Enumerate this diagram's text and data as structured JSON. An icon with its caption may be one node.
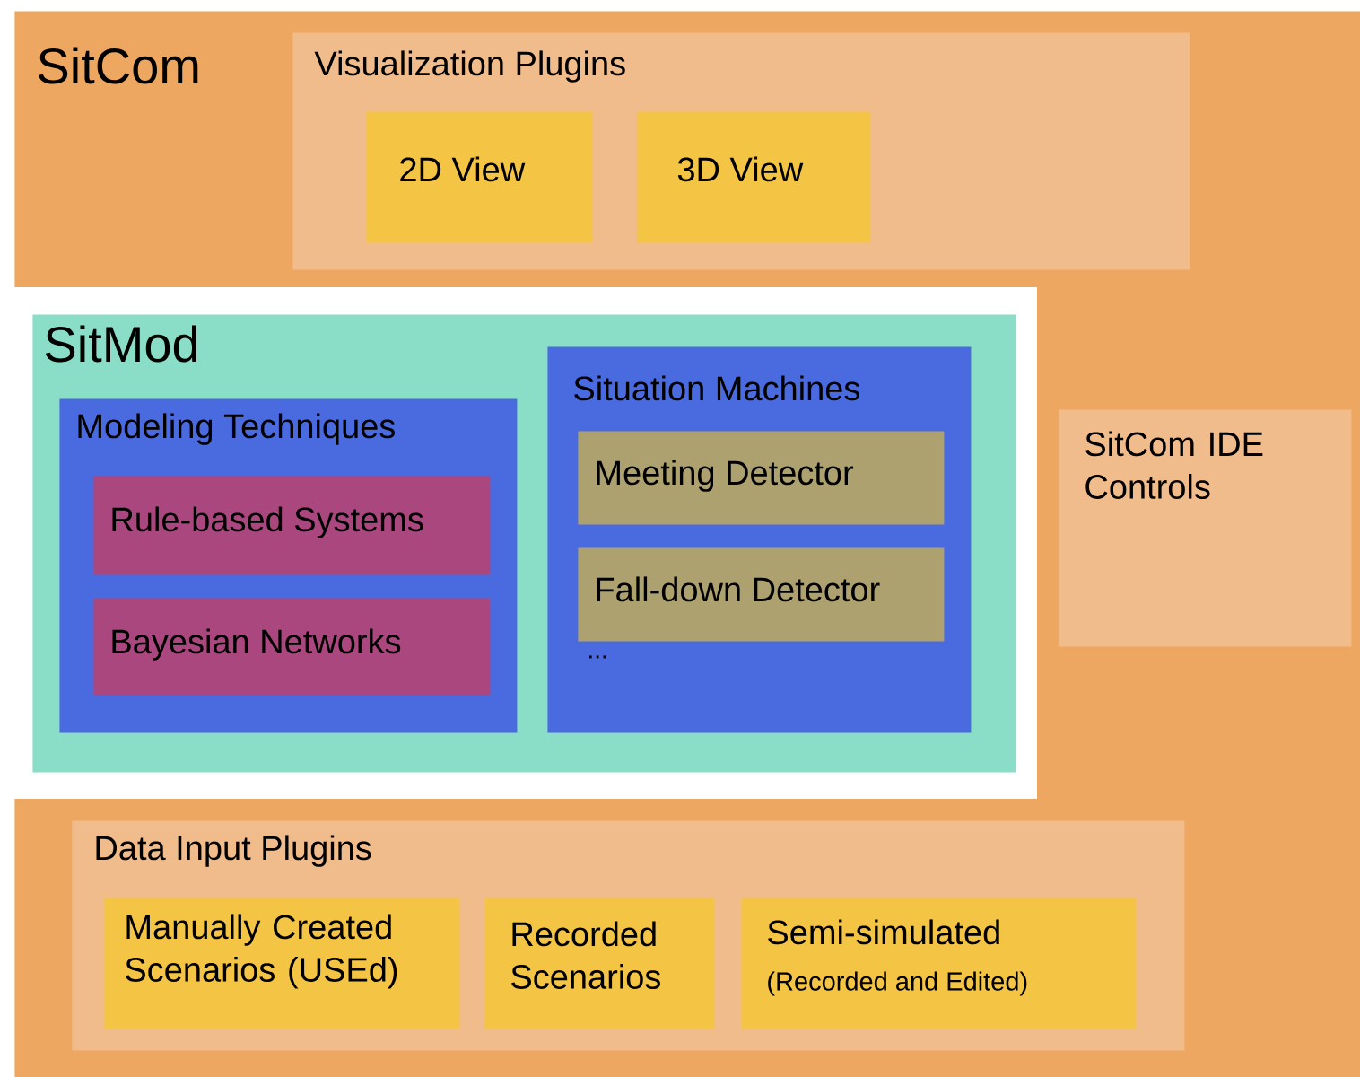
{
  "diagram": {
    "nodes": [
      {
        "text": [
          "SitCom"
        ]
      },
      {
        "text": [
          "Visualization Plugins"
        ],
        "in": 0
      },
      {
        "text": [
          "2D View"
        ],
        "in": 1
      },
      {
        "text": [
          "3D View"
        ],
        "in": 1
      },
      {
        "text": [
          "SitMod"
        ],
        "in": 0
      },
      {
        "text": [
          "Modeling Techniques"
        ],
        "in": 4
      },
      {
        "text": [
          "Rule-based Systems"
        ],
        "in": 5
      },
      {
        "text": [
          "Bayesian Networks"
        ],
        "in": 5
      },
      {
        "text": [
          "Situation Machines",
          "..."
        ],
        "in": 4
      },
      {
        "text": [
          "Meeting Detector"
        ],
        "in": 8
      },
      {
        "text": [
          "Fall-down Detector"
        ],
        "in": 8
      },
      {
        "text": [
          "SitCom IDE Controls"
        ],
        "in": 0
      },
      {
        "text": [
          "Data Input Plugins"
        ],
        "in": 0
      },
      {
        "text": [
          "Manually Created Scenarios (USEd)"
        ],
        "in": 12
      },
      {
        "text": [
          "Recorded Scenarios"
        ],
        "in": 12
      },
      {
        "text": [
          "Semi-simulated",
          "(Recorded and Edited)"
        ],
        "in": 12
      }
    ]
  }
}
